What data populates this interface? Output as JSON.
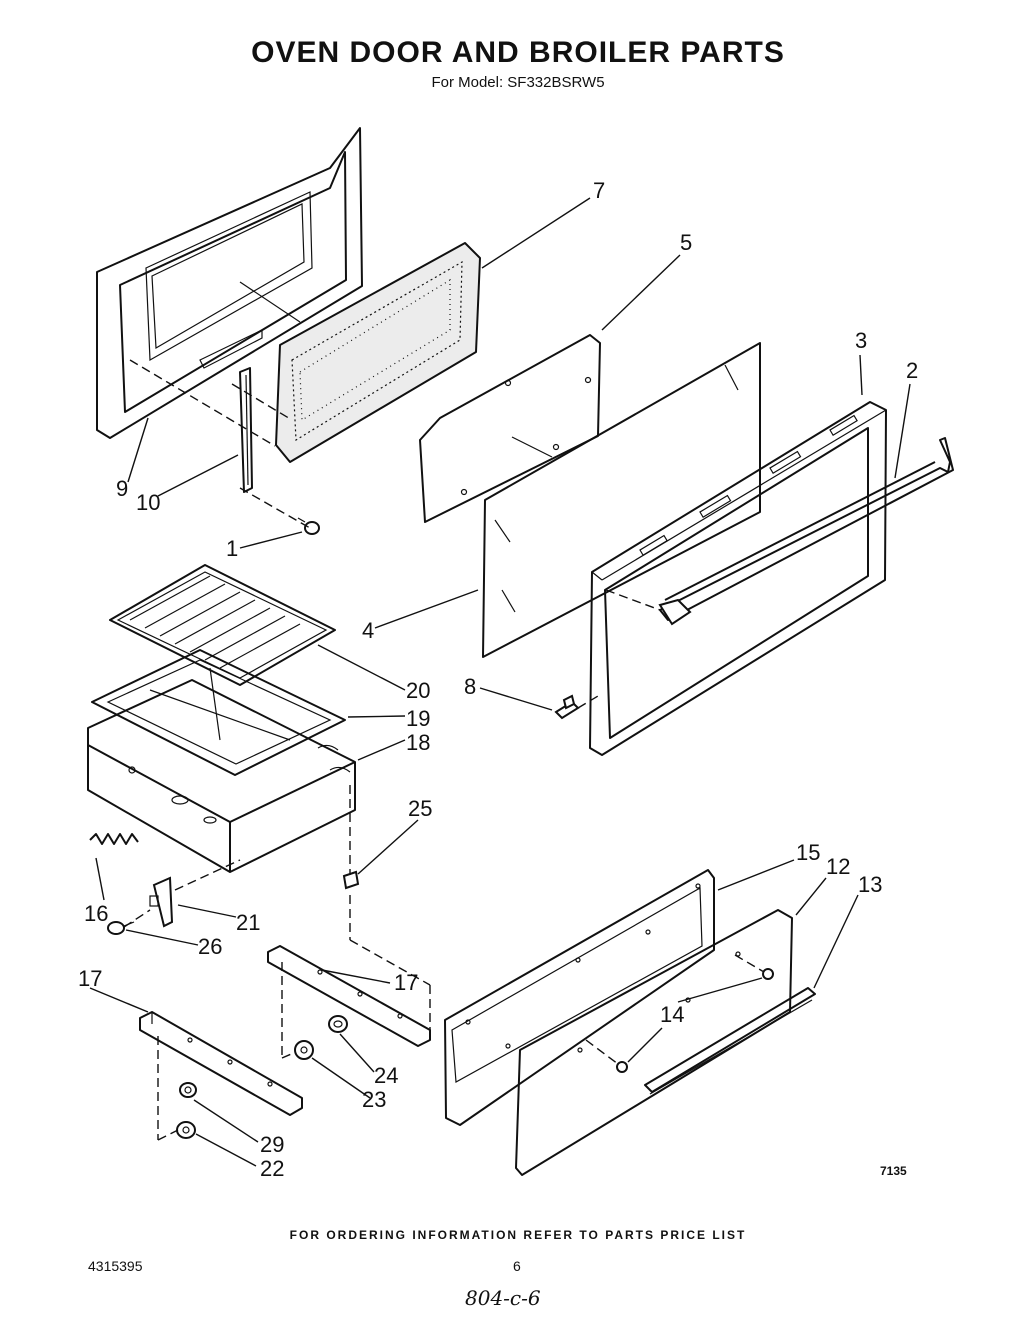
{
  "title": "OVEN DOOR AND BROILER PARTS",
  "subtitle": "For Model: SF332BSRW5",
  "figure_code": "7135",
  "footer_note": "FOR ORDERING INFORMATION REFER TO PARTS PRICE LIST",
  "document_number": "4315395",
  "page_number": "6",
  "handwritten_note": "804-c-6",
  "callouts": {
    "c1": "1",
    "c2": "2",
    "c3": "3",
    "c4": "4",
    "c5": "5",
    "c7": "7",
    "c8": "8",
    "c9": "9",
    "c10": "10",
    "c12": "12",
    "c13": "13",
    "c14": "14",
    "c15": "15",
    "c16": "16",
    "c17a": "17",
    "c17b": "17",
    "c18": "18",
    "c19": "19",
    "c20": "20",
    "c21": "21",
    "c22": "22",
    "c23": "23",
    "c24": "24",
    "c25": "25",
    "c26": "26",
    "c29": "29"
  }
}
